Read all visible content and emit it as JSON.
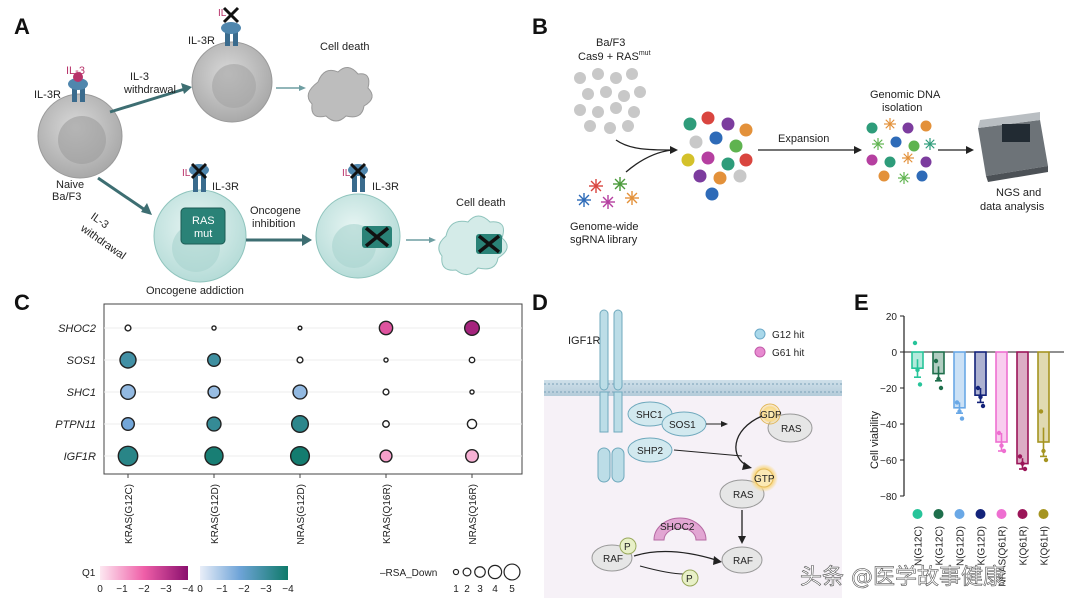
{
  "panels": {
    "a": {
      "label": "A",
      "il3_top": "IL-3",
      "il3r_left": "IL-3R",
      "il3r_top": "IL-3R",
      "il3r_mid": "IL-3R",
      "il3r_right": "IL-3R",
      "il3_x1": "IL",
      "il3_x2": "IL",
      "il3_x3": "IL",
      "withdrawal_top_1": "IL-3",
      "withdrawal_top_2": "withdrawal",
      "withdrawal_bottom_1": "IL-3",
      "withdrawal_bottom_2": "withdrawal",
      "naive_1": "Naive",
      "naive_2": "Ba/F3",
      "cell_death_top": "Cell death",
      "cell_death_right": "Cell death",
      "ras_1": "RAS",
      "ras_2": "mut",
      "oncogene_inhibition_1": "Oncogene",
      "oncogene_inhibition_2": "inhibition",
      "oncogene_addiction": "Oncogene addiction"
    },
    "b": {
      "label": "B",
      "cells_1": "Ba/F3",
      "cells_2": "Cas9 + RAS",
      "cells_sup": "mut",
      "library_1": "Genome-wide",
      "library_2": "sgRNA library",
      "expansion": "Expansion",
      "gdna_1": "Genomic DNA",
      "gdna_2": "isolation",
      "ngs_1": "NGS and",
      "ngs_2": "data analysis"
    },
    "d": {
      "label": "D",
      "igf1r": "IGF1R",
      "legend_g12": "G12 hit",
      "legend_g61": "G61 hit",
      "shc1": "SHC1",
      "sos1": "SOS1",
      "shp2": "SHP2",
      "gdp": "GDP",
      "ras_top": "RAS",
      "gtp": "GTP",
      "ras_mid": "RAS",
      "shoc2": "SHOC2",
      "raf_left": "RAF",
      "p_top": "P",
      "p_bottom": "P",
      "raf_right": "RAF"
    }
  },
  "chart_data": [
    {
      "panel": "C",
      "type": "dot-matrix",
      "genes": [
        "SHOC2",
        "SOS1",
        "SHC1",
        "PTPN11",
        "IGF1R"
      ],
      "lines": [
        "KRAS(G12C)",
        "KRAS(G12D)",
        "NRAS(G12D)",
        "KRAS(Q16R)",
        "NRAS(Q16R)"
      ],
      "values": [
        [
          {
            "q1": -0.1,
            "rsa": 1
          },
          {
            "q1": -0.1,
            "rsa": 0.5
          },
          {
            "q1": -0.1,
            "rsa": 0.4
          },
          {
            "q1": -2.6,
            "rsa": 3.2
          },
          {
            "q1": -3.9,
            "rsa": 3.6
          }
        ],
        [
          {
            "q1": -3.3,
            "rsa": 4
          },
          {
            "q1": -3.4,
            "rsa": 3
          },
          {
            "q1": -0.2,
            "rsa": 1
          },
          {
            "q1": -0.1,
            "rsa": 0.5
          },
          {
            "q1": -0.1,
            "rsa": 0.9
          }
        ],
        [
          {
            "q1": -1.6,
            "rsa": 3.6
          },
          {
            "q1": -1.5,
            "rsa": 2.8
          },
          {
            "q1": -1.6,
            "rsa": 3.4
          },
          {
            "q1": -0.1,
            "rsa": 1
          },
          {
            "q1": -0.1,
            "rsa": 0.5
          }
        ],
        [
          {
            "q1": -2.2,
            "rsa": 3
          },
          {
            "q1": -3.6,
            "rsa": 3.4
          },
          {
            "q1": -3.8,
            "rsa": 4.2
          },
          {
            "q1": -0.1,
            "rsa": 1.2
          },
          {
            "q1": -0.6,
            "rsa": 2
          }
        ],
        [
          {
            "q1": -3.9,
            "rsa": 5
          },
          {
            "q1": -4.3,
            "rsa": 4.6
          },
          {
            "q1": -4.4,
            "rsa": 4.8
          },
          {
            "q1": -1.2,
            "rsa": 2.8
          },
          {
            "q1": -0.9,
            "rsa": 3
          }
        ]
      ],
      "q1_legend_label": "Q1",
      "q1_ticks_pink": [
        "0",
        "−1",
        "−2",
        "−3",
        "−4"
      ],
      "q1_ticks_blue": [
        "0",
        "−1",
        "−2",
        "−3",
        "−4"
      ],
      "rsa_legend_label": "–RSA_Down",
      "rsa_ticks": [
        "1",
        "2",
        "3",
        "4",
        "5"
      ],
      "panel_label": "C"
    },
    {
      "panel": "E",
      "type": "bar",
      "panel_label": "E",
      "ylabel": "Cell viability",
      "ylim": [
        -80,
        20
      ],
      "yticks": [
        "20",
        "0",
        "−20",
        "−40",
        "−60",
        "−80"
      ],
      "categories": [
        "NRAS(G12C)",
        "KRAS(G12C)",
        "NRAS(G12D)",
        "KRAS(G12D)",
        "NRAS(Q61R)",
        "KRAS(Q61R)",
        "KRAS(Q61H)"
      ],
      "category_labels_visible": [
        "N(G12C)",
        "K(G12C)",
        "N(G12D)",
        "K(G12D)",
        "NRAS(Q61R)",
        "K(Q61R)",
        "K(Q61H)"
      ],
      "values": [
        -9,
        -12,
        -31,
        -24,
        -50,
        -62,
        -50
      ],
      "errors": [
        5,
        4,
        3,
        4,
        5,
        3,
        8
      ],
      "points": [
        [
          5,
          -10,
          -18
        ],
        [
          -5,
          -15,
          -20
        ],
        [
          -28,
          -33,
          -37
        ],
        [
          -20,
          -25,
          -30
        ],
        [
          -45,
          -52,
          -55
        ],
        [
          -58,
          -62,
          -65
        ],
        [
          -33,
          -55,
          -60
        ]
      ],
      "colors": [
        "#27c49a",
        "#1f6f4c",
        "#6aa8e6",
        "#13237a",
        "#ee6fd1",
        "#9b1558",
        "#a59420"
      ]
    }
  ],
  "watermark": "头条 @医学故事健康"
}
